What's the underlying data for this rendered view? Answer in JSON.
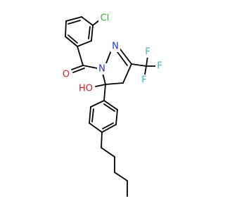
{
  "atom_labels": {
    "cl": "Cl",
    "o_carbonyl": "O",
    "n1": "N",
    "n2": "N",
    "ho": "HO",
    "f1": "F",
    "f2": "F",
    "f3": "F"
  },
  "colors": {
    "bond": "#000000",
    "chlorine": "#2eb52e",
    "oxygen": "#e01e1e",
    "nitrogen": "#1e30e0",
    "fluorine": "#33bbbb"
  }
}
